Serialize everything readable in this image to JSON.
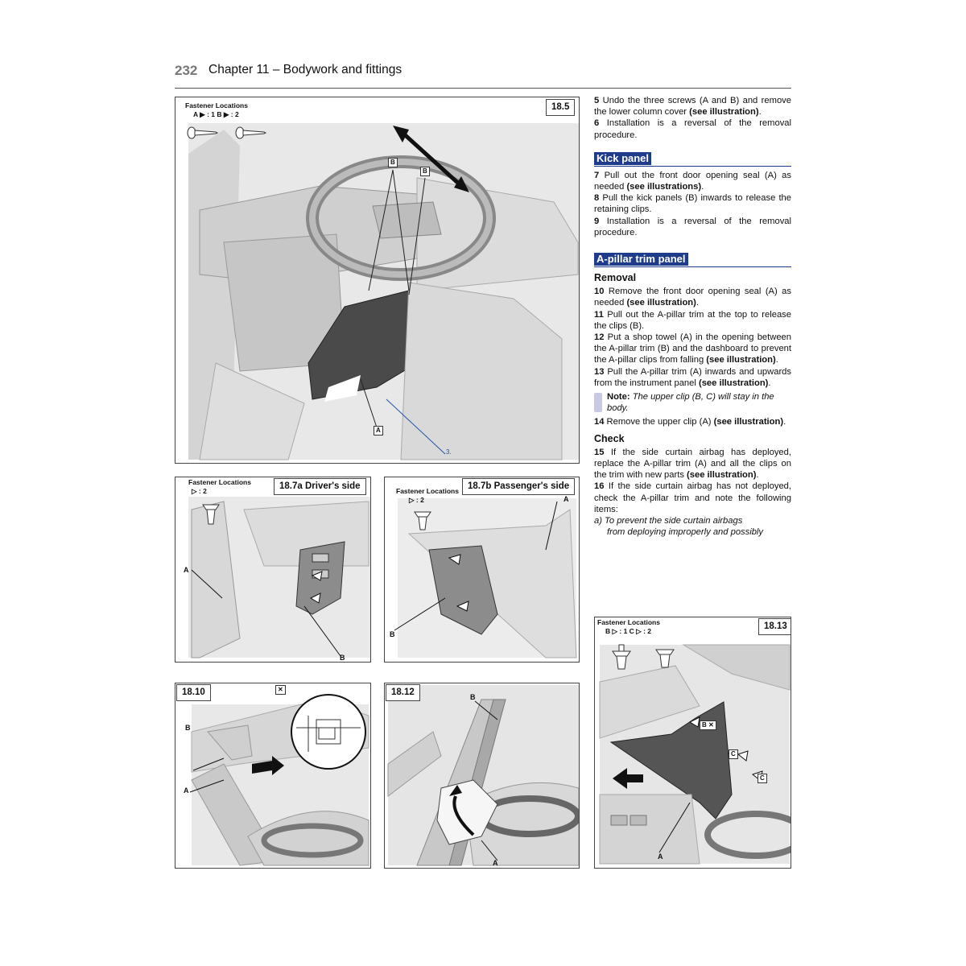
{
  "header": {
    "page_number": "232",
    "chapter_title": "Chapter 11 – Bodywork and fittings"
  },
  "figures": {
    "f185": {
      "number": "18.5",
      "fastener_title": "Fastener Locations",
      "fastener_codes": "A ▶ : 1      B ▶ : 2",
      "labels": {
        "b1": "B",
        "b2": "B",
        "a": "A",
        "three": "3."
      }
    },
    "f187a": {
      "number": "18.7a Driver's side",
      "fastener_title": "Fastener Locations",
      "fastener_codes": "▷ : 2",
      "labels": {
        "a": "A",
        "b": "B"
      }
    },
    "f187b": {
      "number": "18.7b Passenger's side",
      "fastener_title": "Fastener Locations",
      "fastener_codes": "▷ : 2",
      "labels": {
        "a": "A",
        "b": "B"
      }
    },
    "f1810": {
      "number": "18.10",
      "labels": {
        "x": "✕",
        "b": "B",
        "a": "A"
      }
    },
    "f1812": {
      "number": "18.12",
      "labels": {
        "b": "B",
        "a": "A"
      }
    },
    "f1813": {
      "number": "18.13",
      "fastener_title": "Fastener Locations",
      "fastener_codes": "B ▷ : 1      C ▷ : 2",
      "labels": {
        "bx": "B ✕",
        "c1": "C",
        "c2": "C",
        "a": "A"
      }
    }
  },
  "text": {
    "s5_num": "5",
    "s5": " Undo the three screws (A and B) and remove the lower column cover ",
    "s5_ref": "(see illustration)",
    "s5_end": ".",
    "s6_num": "6",
    "s6": " Installation is a reversal of the removal procedure.",
    "kick_heading": "Kick panel",
    "s7_num": "7",
    "s7": " Pull out the front door opening seal (A) as needed ",
    "s7_ref": "(see illustrations)",
    "s7_end": ".",
    "s8_num": "8",
    "s8": " Pull the kick panels (B) inwards to release the retaining clips.",
    "s9_num": "9",
    "s9": " Installation is a reversal of the removal procedure.",
    "apillar_heading": "A-pillar trim panel",
    "removal": "Removal",
    "s10_num": "10",
    "s10": " Remove the front door opening seal (A) as needed ",
    "s10_ref": "(see illustration)",
    "s10_end": ".",
    "s11_num": "11",
    "s11": " Pull out the A-pillar trim at the top to release the clips (B).",
    "s12_num": "12",
    "s12": " Put a shop towel (A) in the opening between the A-pillar trim (B) and the dashboard to prevent the A-pillar clips from falling ",
    "s12_ref": "(see illustration)",
    "s12_end": ".",
    "s13_num": "13",
    "s13": " Pull the A-pillar trim (A) inwards and upwards from the instrument panel ",
    "s13_ref": "(see illustration)",
    "s13_end": ".",
    "note_label": "Note:",
    "note_text": " The upper clip (B, C) will stay in the body.",
    "s14_num": "14",
    "s14": " Remove the upper clip (A) ",
    "s14_ref": "(see illustration)",
    "s14_end": ".",
    "check": "Check",
    "s15_num": "15",
    "s15": " If the side curtain airbag has deployed, replace the A-pillar trim (A) and all the clips on the trim with new parts ",
    "s15_ref": "(see illustration)",
    "s15_end": ".",
    "s16_num": "16",
    "s16": " If the side curtain airbag has not deployed, check the A-pillar trim and note the following items:",
    "sa_line1": "a) To prevent the side curtain airbags",
    "sa_line2": "from deploying improperly and possibly"
  },
  "colors": {
    "heading_bg": "#1f3c8c",
    "note_bar": "#c9c9e4",
    "label_blue": "#2255aa"
  }
}
